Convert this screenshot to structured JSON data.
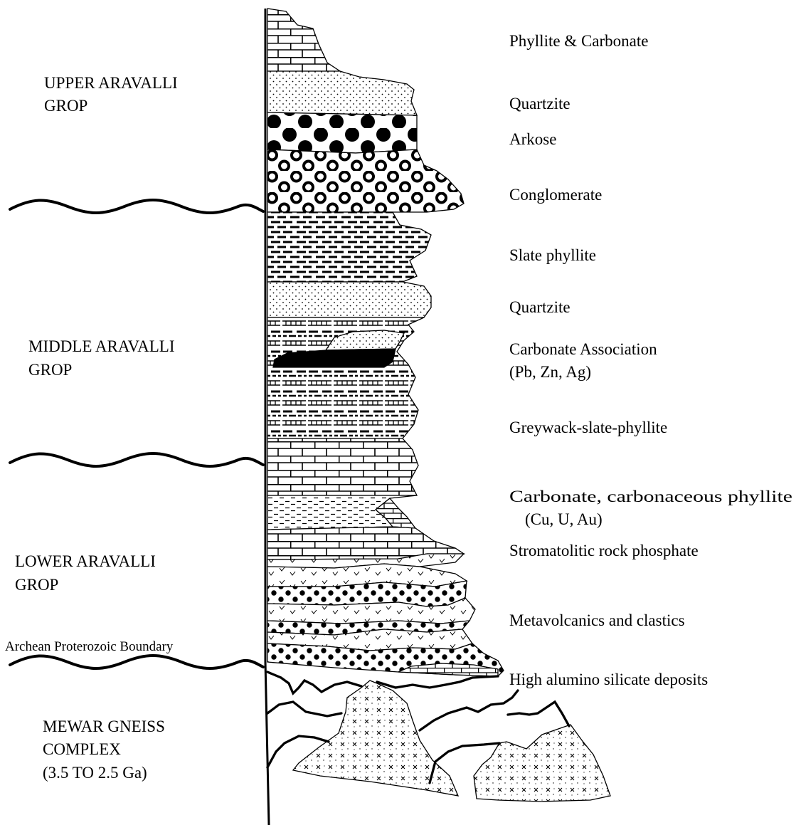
{
  "groups": {
    "upper": [
      "UPPER ARAVALLI",
      "GROP"
    ],
    "middle": [
      "MIDDLE ARAVALLI",
      "GROP"
    ],
    "lower": [
      "LOWER ARAVALLI",
      "GROP"
    ],
    "boundary": "Archean Proterozoic Boundary",
    "mewar": [
      "MEWAR GNEISS",
      "COMPLEX",
      "(3.5 TO 2.5 Ga)"
    ]
  },
  "lithology": {
    "phyllite_carbonate": "Phyllite & Carbonate",
    "quartzite_upper": "Quartzite",
    "arkose": "Arkose",
    "conglomerate": "Conglomerate",
    "slate_phyllite": "Slate phyllite",
    "quartzite_middle": "Quartzite",
    "carbonate_assoc": "Carbonate Association",
    "carbonate_assoc_minerals": "(Pb, Zn, Ag)",
    "greywack": "Greywack-slate-phyllite",
    "carb_phyllite": "Carbonate, carbonaceous phyllite",
    "carb_phyllite_minerals": "(Cu, U, Au)",
    "stromatolitic": "Stromatolitic rock phosphate",
    "metavolcanics": "Metavolcanics and clastics",
    "alumino": "High alumino silicate deposits"
  }
}
